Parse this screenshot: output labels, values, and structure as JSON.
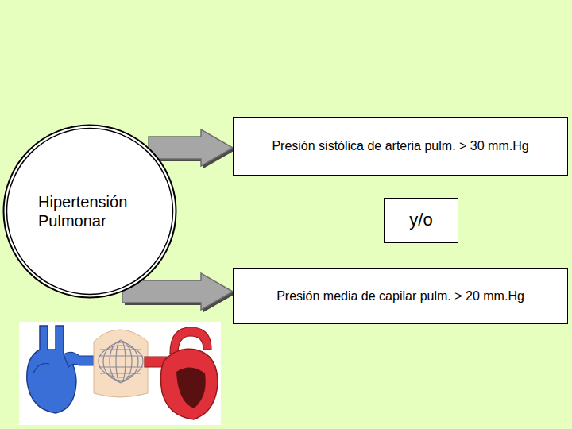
{
  "diagram": {
    "nodes": [
      {
        "text": [
          "Hipertensión Pulmonar"
        ]
      },
      {
        "text": [
          "Presión sistólica de arteria pulm. > 30 mm.Hg"
        ]
      },
      {
        "text": [
          "y/o"
        ]
      },
      {
        "text": [
          "Presión media de capilar pulm. > 20 mm.Hg"
        ]
      }
    ],
    "edges": [
      {
        "from": 0,
        "to": 1,
        "arrow": "to"
      },
      {
        "from": 0,
        "to": 3,
        "arrow": "to"
      }
    ]
  }
}
